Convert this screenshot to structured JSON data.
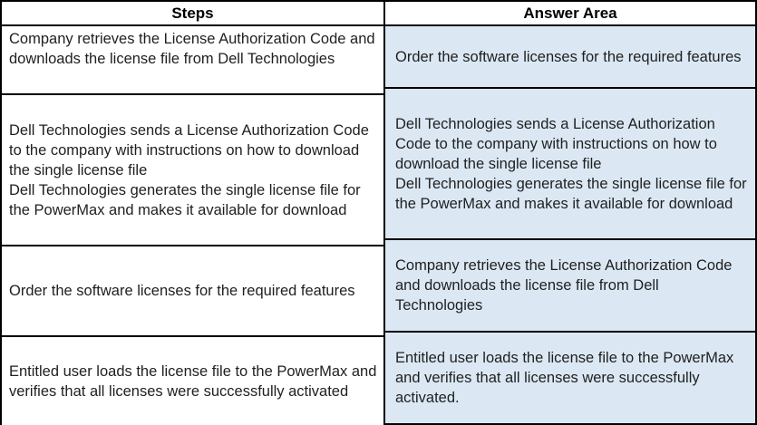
{
  "header": {
    "steps": "Steps",
    "answer_area": "Answer Area"
  },
  "steps_column": {
    "rows": [
      {
        "paragraphs": [
          "Company retrieves the License Authorization Code and downloads the license file from Dell Technologies"
        ]
      },
      {
        "paragraphs": [
          "Dell Technologies sends a License Authorization Code to the company with instructions on how to download the single license file",
          "Dell Technologies generates the single license file for the PowerMax and makes it available for download"
        ]
      },
      {
        "paragraphs": [
          "Order the software licenses for the required features"
        ]
      },
      {
        "paragraphs": [
          "Entitled user loads the license file to the PowerMax and verifies that all licenses were successfully activated"
        ]
      }
    ]
  },
  "answer_column": {
    "rows": [
      {
        "paragraphs": [
          "Order the software licenses for the required features"
        ]
      },
      {
        "paragraphs": [
          "Dell Technologies sends a License Authorization Code to the company with instructions on how to download the single license file",
          "Dell Technologies generates the single license file for the PowerMax and makes it available for download"
        ]
      },
      {
        "paragraphs": [
          "Company retrieves the License Authorization Code and downloads the license file from Dell Technologies"
        ]
      },
      {
        "paragraphs": [
          "Entitled user loads the license file to the PowerMax and verifies that all licenses were successfully activated."
        ]
      }
    ]
  },
  "colors": {
    "answer_fill": "#dbe8f4",
    "border": "#000000",
    "text": "#1f1f1f"
  }
}
